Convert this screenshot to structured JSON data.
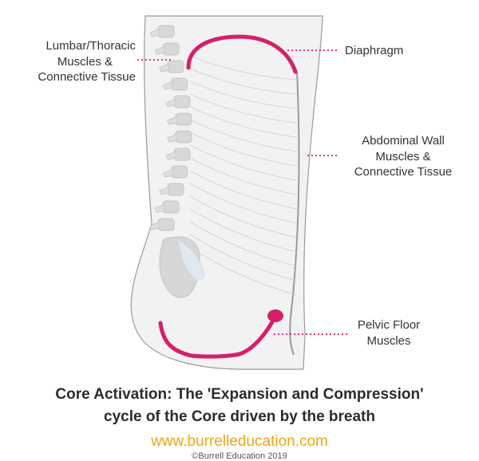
{
  "colors": {
    "accent_pink": "#d4206b",
    "outline_grey": "#9a9a9a",
    "body_fill": "#f2f2f2",
    "spine_grey": "#d8d8d8",
    "caption_text": "#2b2b2b",
    "url_orange": "#f2a516"
  },
  "labels": {
    "lumbar": [
      "Lumbar/Thoracic",
      "Muscles &",
      "Connective Tissue"
    ],
    "diaphragm": [
      "Diaphragm"
    ],
    "abdominal": [
      "Abdominal Wall",
      "Muscles &",
      "Connective Tissue"
    ],
    "pelvic": [
      "Pelvic Floor",
      "Muscles"
    ]
  },
  "caption": {
    "line1": "Core Activation: The 'Expansion and Compression'",
    "line2": "cycle of the Core driven by the breath"
  },
  "website": "www.burrelleducation.com",
  "copyright": "©Burrell Education 2019"
}
